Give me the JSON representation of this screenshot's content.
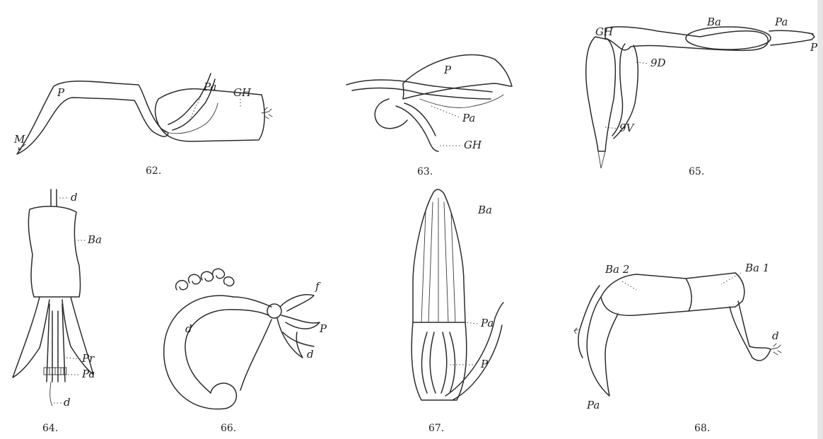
{
  "figures": [
    {
      "number": "62.",
      "labels": [
        "P",
        "Pa",
        "GH",
        "M"
      ]
    },
    {
      "number": "63.",
      "labels": [
        "P",
        "Pa",
        "GH"
      ]
    },
    {
      "number": "65.",
      "labels": [
        "GH",
        "Ba",
        "Pa",
        "P",
        "9D",
        "9V"
      ]
    },
    {
      "number": "64.",
      "labels": [
        "d",
        "Ba",
        "Pr",
        "Pa",
        "d"
      ]
    },
    {
      "number": "66.",
      "labels": [
        "d",
        "f",
        "P",
        "d"
      ]
    },
    {
      "number": "67.",
      "labels": [
        "Ba",
        "Pa",
        "P"
      ]
    },
    {
      "number": "68.",
      "labels": [
        "Ba 2",
        "Ba 1",
        "d",
        "Pa"
      ]
    }
  ],
  "colors": {
    "ink": "#2b2b2b",
    "paper": "#ffffff",
    "edge": "#e6e6e6"
  }
}
